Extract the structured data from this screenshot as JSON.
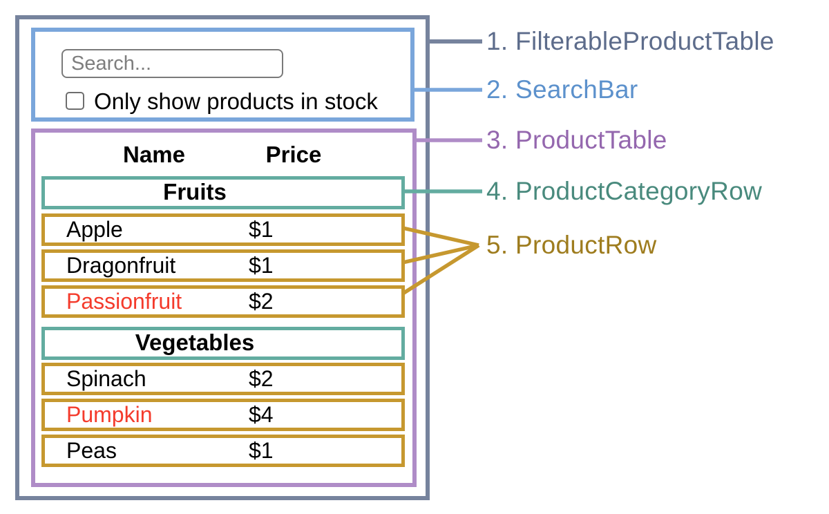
{
  "search_bar": {
    "input_placeholder": "Search...",
    "input_value": "",
    "checkbox_label": "Only show products in stock",
    "checkbox_checked": false
  },
  "table": {
    "name_header": "Name",
    "price_header": "Price",
    "groups": [
      {
        "category": "Fruits",
        "rows": [
          {
            "name": "Apple",
            "price": "$1",
            "in_stock": true
          },
          {
            "name": "Dragonfruit",
            "price": "$1",
            "in_stock": true
          },
          {
            "name": "Passionfruit",
            "price": "$2",
            "in_stock": false
          }
        ]
      },
      {
        "category": "Vegetables",
        "rows": [
          {
            "name": "Spinach",
            "price": "$2",
            "in_stock": true
          },
          {
            "name": "Pumpkin",
            "price": "$4",
            "in_stock": false
          },
          {
            "name": "Peas",
            "price": "$1",
            "in_stock": true
          }
        ]
      }
    ]
  },
  "legend": [
    {
      "label": "1. FilterableProductTable",
      "color": "#5D6C8B"
    },
    {
      "label": "2. SearchBar",
      "color": "#5C91CC"
    },
    {
      "label": "3. ProductTable",
      "color": "#9467AE"
    },
    {
      "label": "4. ProductCategoryRow",
      "color": "#498A7D"
    },
    {
      "label": "5. ProductRow",
      "color": "#9E7C1E"
    }
  ],
  "colors": {
    "filterable_product_table_border": "#76839D",
    "search_bar_border": "#7AA6DB",
    "product_table_border": "#AF8CC7",
    "category_row_border": "#63ACA0",
    "product_row_border": "#C6982F",
    "out_of_stock_text": "#F43B2C",
    "placeholder_text": "#7E7E7E"
  }
}
